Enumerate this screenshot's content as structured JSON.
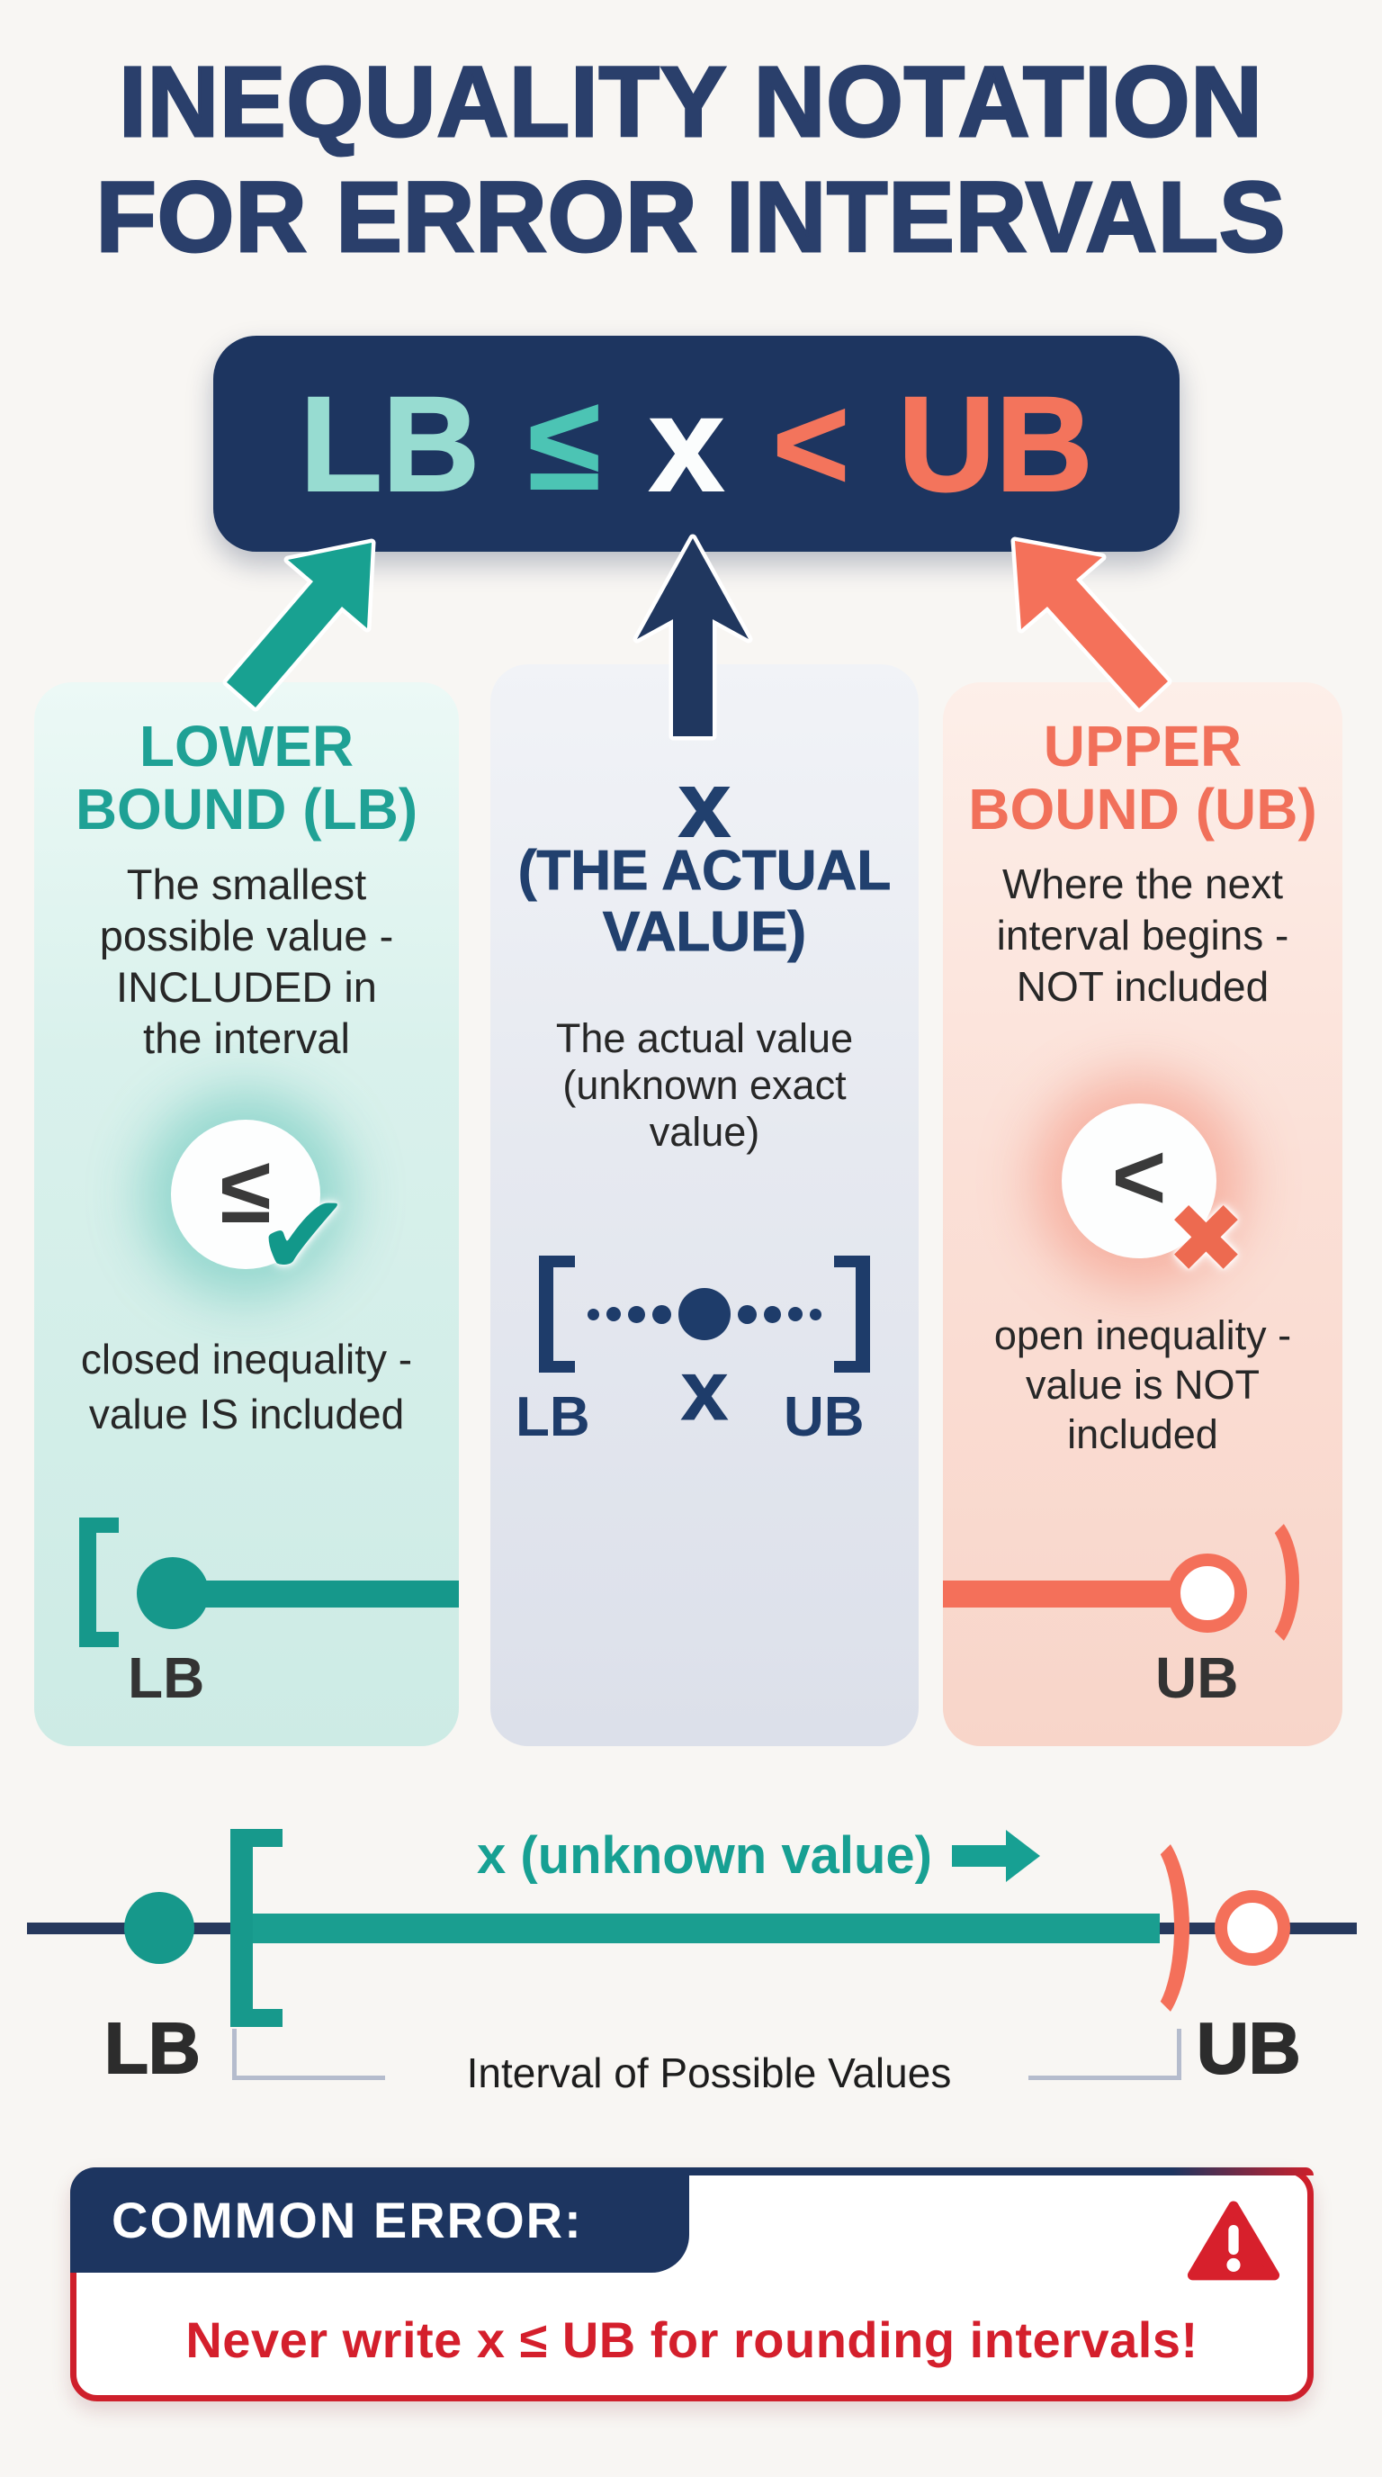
{
  "title": {
    "lines": [
      "INEQUALITY NOTATION",
      "FOR ERROR INTERVALS"
    ]
  },
  "formula": {
    "lb": "LB",
    "le": "≤",
    "x": "x",
    "lt": "<",
    "ub": "UB"
  },
  "columns": {
    "lower": {
      "heading_lines": [
        "LOWER",
        "BOUND (LB)"
      ],
      "body_lines": [
        "The smallest",
        "possible value -",
        "INCLUDED in",
        "the interval"
      ],
      "icon": {
        "symbol": "≤",
        "mark": "✔"
      },
      "caption_lines": [
        "closed inequality -",
        "value IS included"
      ],
      "diagram_label": "LB"
    },
    "actual": {
      "heading_x": "x",
      "heading_lines": [
        "(THE ACTUAL",
        "VALUE)"
      ],
      "body_lines": [
        "The actual value",
        "(unknown exact",
        "value)"
      ],
      "diagram_labels": {
        "lb": "LB",
        "x": "x",
        "ub": "UB"
      }
    },
    "upper": {
      "heading_lines": [
        "UPPER",
        "BOUND (UB)"
      ],
      "body_lines": [
        "Where the next",
        "interval begins -",
        "NOT included"
      ],
      "icon": {
        "symbol": "<",
        "mark": "✖"
      },
      "caption_lines": [
        "open inequality -",
        "value is NOT",
        "included"
      ],
      "diagram_label": "UB"
    }
  },
  "numberline": {
    "annotation": "x (unknown value)",
    "lb_label": "LB",
    "ub_label": "UB",
    "interval_label": "Interval of Possible Values"
  },
  "common_error": {
    "heading": "COMMON ERROR:",
    "message": "Never write x ≤ UB for rounding intervals!"
  },
  "icons": {
    "lower_arrow": "up-right-arrow",
    "actual_arrow": "up-arrow",
    "upper_arrow": "up-left-arrow",
    "included_mark": "✔",
    "excluded_mark": "✖",
    "warning": "warning-triangle",
    "annotation_arrow": "right-block-arrow"
  },
  "colors": {
    "title_navy": "#2a3f6b",
    "box_navy": "#1d3560",
    "diagram_navy": "#1e3c6a",
    "teal": "#17a093",
    "teal_light": "#97dcd1",
    "coral": "#f3745c",
    "mint_bg": "#d9f1ec",
    "gray_bg": "#e6e9f0",
    "peach_bg": "#fbe0d7",
    "error_red": "#d41f2c",
    "body_text": "#272727"
  }
}
